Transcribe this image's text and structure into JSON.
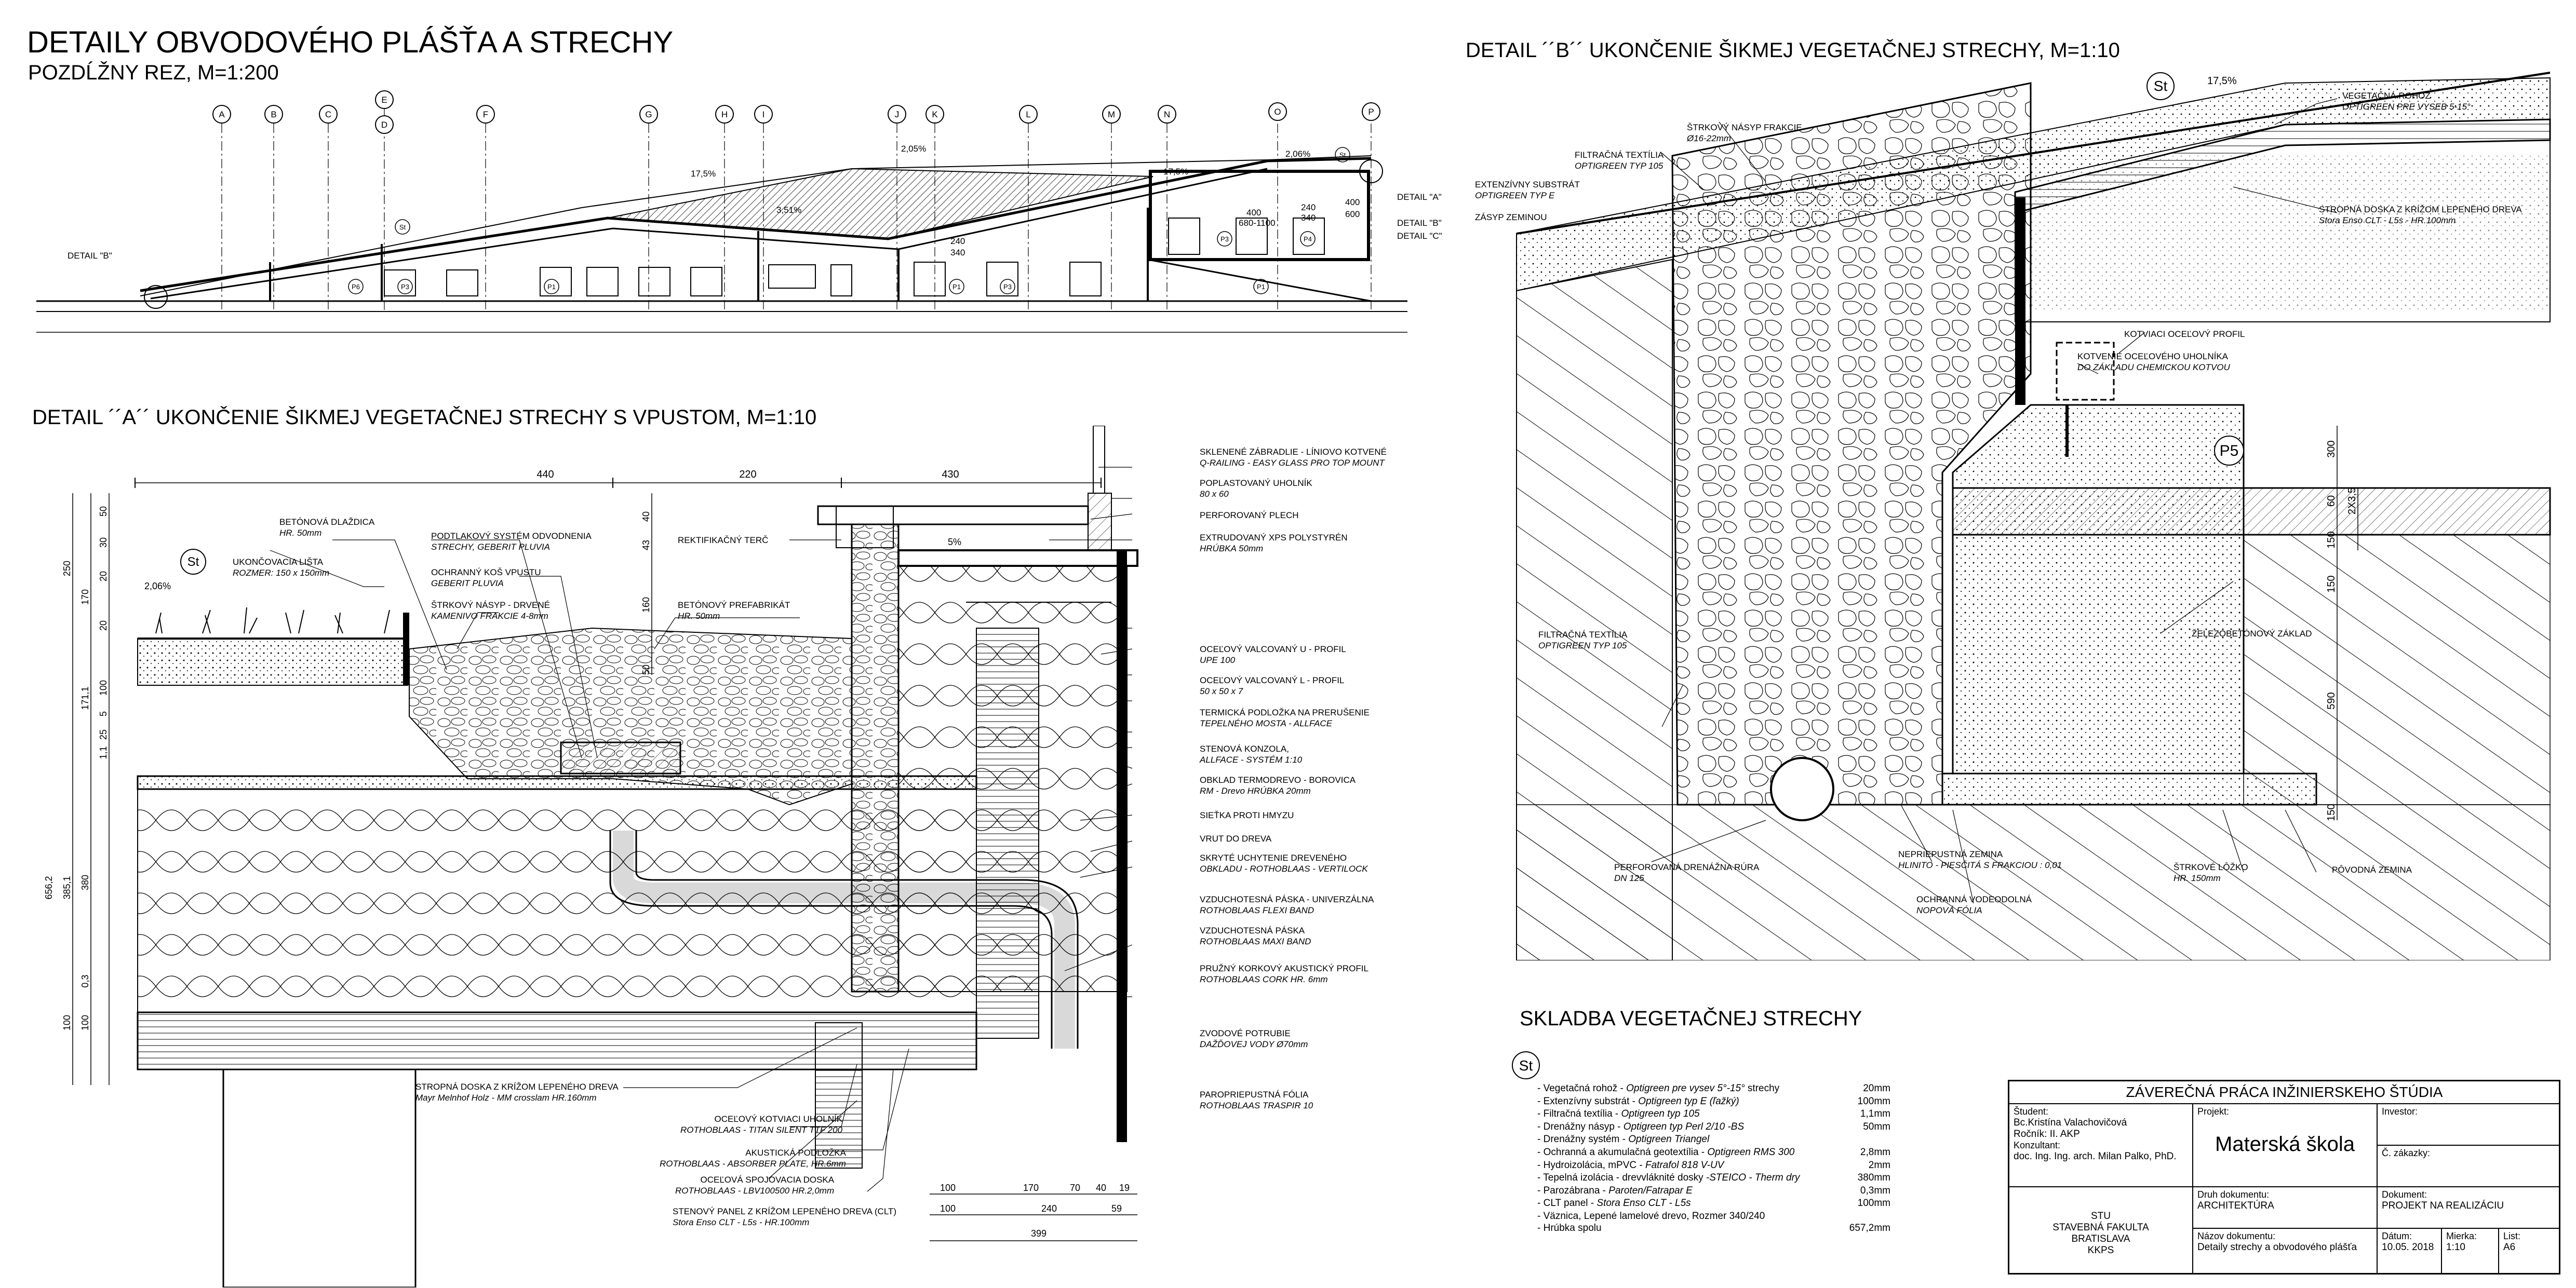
{
  "titles": {
    "main": "DETAILY OBVODOVÉHO PLÁŠŤA A STRECHY",
    "sub": "POZDĹŽNY REZ, M=1:200",
    "detail_a": "DETAIL ´´A´´ UKONČENIE ŠIKMEJ VEGETAČNEJ STRECHY S VPUSTOM, M=1:10",
    "detail_b": "DETAIL ´´B´´ UKONČENIE ŠIKMEJ VEGETAČNEJ STRECHY, M=1:10",
    "skladba": "SKLADBA VEGETAČNEJ STRECHY"
  },
  "section": {
    "axes": [
      "A",
      "B",
      "C",
      "E",
      "D",
      "F",
      "G",
      "H",
      "I",
      "J",
      "K",
      "L",
      "M",
      "N",
      "O",
      "P"
    ],
    "slopes": [
      "17,5%",
      "2,05%",
      "3,51%",
      "17,5%",
      "2,06%"
    ],
    "dims": [
      "400",
      "680-1100",
      "240",
      "340",
      "400",
      "600",
      "240",
      "340"
    ],
    "rooms": [
      "P6",
      "P3",
      "P3",
      "P1",
      "P1",
      "P3",
      "P4",
      "P1"
    ],
    "detail_labels": [
      "DETAIL \"B\"",
      "DETAIL \"A\"",
      "DETAIL \"B\"",
      "DETAIL \"C\""
    ],
    "st_mark": "St"
  },
  "detail_a": {
    "st_mark": "St",
    "slope": "2,06%",
    "slope2": "5%",
    "top_dims": [
      "440",
      "220",
      "430"
    ],
    "bottom_dims_1": [
      "100",
      "170",
      "70",
      "40",
      "19"
    ],
    "bottom_dims_2": [
      "100",
      "240",
      "59"
    ],
    "bottom_total": "399",
    "left_dims": [
      "30",
      "50",
      "250",
      "20",
      "170",
      "20",
      "100",
      "171,1",
      "5",
      "25",
      "1,1",
      "385,1",
      "380",
      "656,2",
      "0,3",
      "100",
      "100"
    ],
    "mid_dims": [
      "40",
      "43",
      "160",
      "50"
    ],
    "labels_left": [
      {
        "t": "BETÓNOVÁ DLAŽDICA",
        "s": "HR. 50mm"
      },
      {
        "t": "UKONČOVACIA LIŠTA",
        "s": "ROZMER: 150 x 150mm"
      },
      {
        "t": "PODTLAKOVÝ SYSTÉM ODVODNENIA",
        "s": "STRECHY, GEBERIT PLUVIA"
      },
      {
        "t": "OCHRANNÝ KOŠ VPUSTU",
        "s": "GEBERIT PLUVIA"
      },
      {
        "t": "ŠTRKOVÝ NÁSYP - DRVENÉ",
        "s": "KAMENIVO FRAKCIE 4-8mm"
      },
      {
        "t": "REKTIFIKAČNÝ TERČ",
        "s": ""
      },
      {
        "t": "BETÓNOVÝ PREFABRIKÁT",
        "s": "HR. 50mm"
      }
    ],
    "labels_right": [
      {
        "t": "SKLENENÉ ZÁBRADLIE - LÍNIOVO KOTVENÉ",
        "s": "Q-RAILING - EASY GLASS PRO TOP MOUNT"
      },
      {
        "t": "POPLASTOVANÝ UHOLNÍK",
        "s": "80 x 60"
      },
      {
        "t": "PERFOROVANÝ PLECH",
        "s": ""
      },
      {
        "t": "EXTRUDOVANÝ XPS POLYSTYRÉN",
        "s": "HRÚBKA 50mm"
      },
      {
        "t": "OCEĽOVÝ VALCOVANÝ U - PROFIL",
        "s": "UPE 100"
      },
      {
        "t": "OCEĽOVÝ VALCOVANÝ L - PROFIL",
        "s": "50 x 50 x 7"
      },
      {
        "t": "TERMICKÁ PODLOŽKA NA PRERUŠENIE",
        "s": "TEPELNÉHO MOSTA - ALLFACE"
      },
      {
        "t": "STENOVÁ KONZOLA,",
        "s": "ALLFACE - SYSTÉM 1:10"
      },
      {
        "t": "OBKLAD TERMODREVO - BOROVICA",
        "s": "RM - Drevo HRÚBKA 20mm"
      },
      {
        "t": "SIEŤKA PROTI HMYZU",
        "s": ""
      },
      {
        "t": "VRUT DO DREVA",
        "s": ""
      },
      {
        "t": "SKRYTÉ UCHYTENIE DREVENÉHO",
        "s": "OBKLADU - ROTHOBLAAS - VERTILOCK"
      },
      {
        "t": "VZDUCHOTESNÁ PÁSKA - UNIVERZÁLNA",
        "s": "ROTHOBLAAS FLEXI BAND"
      },
      {
        "t": "VZDUCHOTESNÁ PÁSKA",
        "s": "ROTHOBLAAS MAXI BAND"
      },
      {
        "t": "PRUŽNÝ KORKOVÝ AKUSTICKÝ PROFIL",
        "s": "ROTHOBLAAS CORK HR. 6mm"
      },
      {
        "t": "ZVODOVÉ POTRUBIE",
        "s": "DAŽĎOVEJ VODY Ø70mm"
      },
      {
        "t": "PAROPRIEPUSTNÁ FÓLIA",
        "s": "ROTHOBLAAS TRASPIR 10"
      }
    ],
    "labels_bottom": [
      {
        "t": "STROPNÁ DOSKA Z KRÍŽOM LEPENÉHO DREVA",
        "s": "Mayr Melnhof Holz - MM crosslam HR.160mm"
      },
      {
        "t": "OCEĽOVÝ KOTVIACI UHOLNÍK",
        "s": "ROTHOBLAAS - TITAN SILENT TTF 200"
      },
      {
        "t": "AKUSTICKÁ PODLOŽKA",
        "s": "ROTHOBLAAS - ABSORBER PLATE, HR.6mm"
      },
      {
        "t": "OCEĽOVÁ SPOJOVACIA DOSKA",
        "s": "ROTHOBLAAS - LBV100500 HR.2,0mm"
      },
      {
        "t": "STENOVÝ PANEL Z KRÍŽOM LEPENÉHO DREVA (CLT)",
        "s": "Stora Enso CLT - L5s - HR.100mm"
      }
    ]
  },
  "detail_b": {
    "st_mark": "St",
    "p5_mark": "P5",
    "slope": "17,5%",
    "right_dims": [
      "300",
      "60",
      "150",
      "150",
      "590",
      "150",
      "2X3,5"
    ],
    "labels": [
      {
        "t": "VEGETAČNÁ ROHOŽ",
        "s": "OPTIGREEN PRE VYSEB 5-15°"
      },
      {
        "t": "ŠTRKOVÝ NÁSYP FRAKCIE",
        "s": "Ø16-22mm"
      },
      {
        "t": "FILTRAČNÁ TEXTÍLIA",
        "s": "OPTIGREEN TYP 105"
      },
      {
        "t": "EXTENZÍVNY SUBSTRÁT",
        "s": "OPTIGREEN TYP E"
      },
      {
        "t": "ZÁSYP ZEMINOU",
        "s": ""
      },
      {
        "t": "STROPNÁ DOSKA Z KRÍŽOM LEPENÉHO DREVA",
        "s": "Stora Enso CLT - L5s - HR.100mm"
      },
      {
        "t": "KOTVIACI OCEĽOVÝ PROFIL",
        "s": ""
      },
      {
        "t": "KOTVENIE OCEĽOVÉHO UHOLNÍKA",
        "s": "DO ZÁKLADU CHEMICKOU KOTVOU"
      },
      {
        "t": "ŽELEZOBETÓNOVÝ ZÁKLAD",
        "s": ""
      },
      {
        "t": "FILTRAČNÁ TEXTÍLIA",
        "s": "OPTIGREEN TYP 105"
      },
      {
        "t": "PERFOROVANÁ DRENÁŽNA RÚRA",
        "s": "DN 125"
      },
      {
        "t": "NEPRIEPUSTNÁ ZEMINA",
        "s": "HLINITO - PIESČITÁ  S FRAKCIOU : 0,01"
      },
      {
        "t": "OCHRANNÁ VODEODOLNÁ",
        "s": "NOPOVÁ FÓLIA"
      },
      {
        "t": "ŠTRKOVÉ LÔŽKO",
        "s": "HR. 150mm"
      },
      {
        "t": "PÔVODNÁ ZEMINA",
        "s": ""
      }
    ]
  },
  "skladba": {
    "st_mark": "St",
    "rows": [
      {
        "n": "- Vegetačná rohož - ",
        "i": "Optigreen pre vysev 5°-15°",
        "e": " strechy",
        "v": "20mm"
      },
      {
        "n": "- Extenzívny substrát - ",
        "i": "Optigreen typ E (ľažký)",
        "e": "",
        "v": "100mm"
      },
      {
        "n": "- Filtračná textília - ",
        "i": "Optigreen typ 105",
        "e": "",
        "v": "1,1mm"
      },
      {
        "n": "- Drenážny násyp - ",
        "i": "Optigreen typ Perl 2/10 -BS",
        "e": "",
        "v": "50mm"
      },
      {
        "n": "- Drenážny systém - ",
        "i": "Optigreen Triangel",
        "e": "",
        "v": ""
      },
      {
        "n": "- Ochranná a akumulačná geotextília - ",
        "i": "Optigreen RMS 300",
        "e": "",
        "v": "2,8mm"
      },
      {
        "n": "- Hydroizolácia, mPVC - ",
        "i": "Fatrafol 818 V-UV",
        "e": "",
        "v": "2mm"
      },
      {
        "n": "- Tepelná izolácia - drevvláknité dosky ",
        "i": "-STEICO - Therm dry",
        "e": "",
        "v": "380mm"
      },
      {
        "n": "- Parozábrana - ",
        "i": "Paroten/Fatrapar E",
        "e": "",
        "v": "0,3mm"
      },
      {
        "n": "- CLT panel - ",
        "i": "Stora Enso CLT - L5s",
        "e": "",
        "v": "100mm"
      },
      {
        "n": "- Väznica, Lepené lamelové drevo, Rozmer 340/240",
        "i": "",
        "e": "",
        "v": ""
      }
    ],
    "total_label": "- Hrúbka spolu",
    "total_value": "657,2mm"
  },
  "titleblock": {
    "header": "ZÁVEREČNÁ PRÁCA INŽINIERSKEHO ŠTÚDIA",
    "student_cap": "Študent:",
    "student": "Bc.Kristína Valachovičová",
    "rocnik": "Ročník: II. AKP",
    "konzultant_cap": "Konzultant:",
    "konzultant": "doc. Ing. Ing. arch. Milan Palko, PhD.",
    "projekt_cap": "Projekt:",
    "projekt": "Materská škola",
    "investor_cap": "Investor:",
    "zakazky": "Č. zákazky:",
    "druh_cap": "Druh dokumentu:",
    "druh": "ARCHITEKTÚRA",
    "dokument_cap": "Dokument:",
    "dokument": "PROJEKT NA REALIZÁCIU",
    "school_1": "STU",
    "school_2": "STAVEBNÁ FAKULTA",
    "school_3": "BRATISLAVA",
    "school_4": "KKPS",
    "nazov_cap": "Názov dokumentu:",
    "nazov": "Detaily strechy a obvodového plášťa",
    "datum_cap": "Dátum:",
    "datum": "10.05. 2018",
    "mierka_cap": "Mierka:",
    "mierka": "1:10",
    "list_cap": "List:",
    "list": "A6"
  }
}
